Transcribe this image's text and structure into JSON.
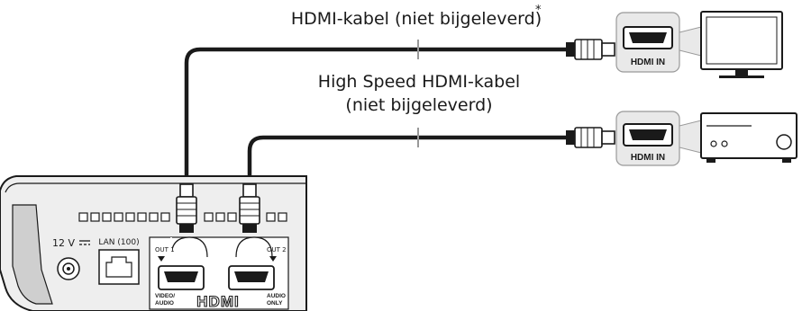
{
  "cables": {
    "top_label": "HDMI-kabel (niet bijgeleverd)",
    "top_label_mark": "*",
    "bottom_label_line1": "High Speed HDMI-kabel",
    "bottom_label_line2": "(niet bijgeleverd)"
  },
  "tv": {
    "port_label": "HDMI IN"
  },
  "receiver": {
    "port_label": "HDMI IN"
  },
  "player": {
    "power_label": "12 V",
    "lan_label": "LAN (100)",
    "out1_label": "OUT 1",
    "out2_label": "OUT 2",
    "video_audio_line1": "VIDEO/",
    "video_audio_line2": "AUDIO",
    "audio_only_line1": "AUDIO",
    "audio_only_line2": "ONLY",
    "hdmi_logo": "HDMI"
  }
}
